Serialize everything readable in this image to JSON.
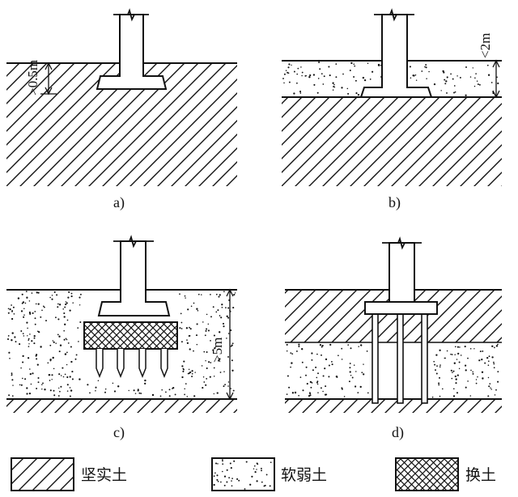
{
  "panels": [
    {
      "id": "a",
      "caption": "a)",
      "dimension": ">0.5m"
    },
    {
      "id": "b",
      "caption": "b)",
      "dimension": "<2m"
    },
    {
      "id": "c",
      "caption": "c)",
      "dimension": ">5m"
    },
    {
      "id": "d",
      "caption": "d)",
      "dimension": ""
    }
  ],
  "legend": {
    "firm_soil": "坚实土",
    "soft_soil": "软弱土",
    "replacement_soil": "换土"
  },
  "colors": {
    "ink": "#111111",
    "background": "#ffffff"
  }
}
